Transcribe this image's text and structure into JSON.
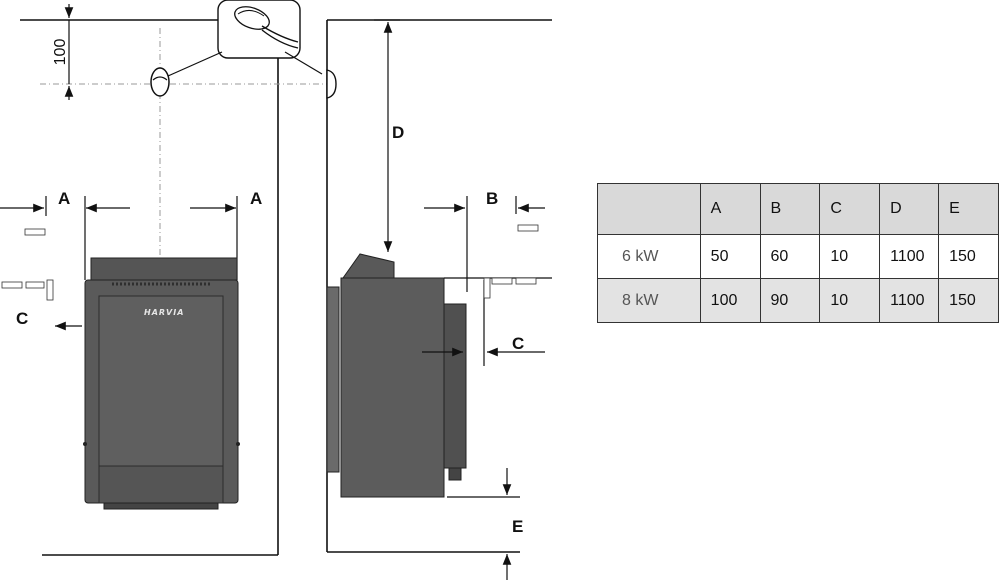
{
  "labels": {
    "dim_100": "100",
    "A": "A",
    "B": "B",
    "C": "C",
    "D": "D",
    "E": "E",
    "brand": "HARVIA"
  },
  "table": {
    "headers": [
      "",
      "A",
      "B",
      "C",
      "D",
      "E"
    ],
    "rows": [
      {
        "model": "6 kW",
        "A": "50",
        "B": "60",
        "C": "10",
        "D": "1100",
        "E": "150"
      },
      {
        "model": "8 kW",
        "A": "100",
        "B": "90",
        "C": "10",
        "D": "1100",
        "E": "150"
      }
    ]
  },
  "colors": {
    "heater_body": "#585858",
    "heater_dark": "#3c3c3c",
    "table_header_bg": "#d9d9d9",
    "table_alt_row_bg": "#e3e3e3"
  }
}
